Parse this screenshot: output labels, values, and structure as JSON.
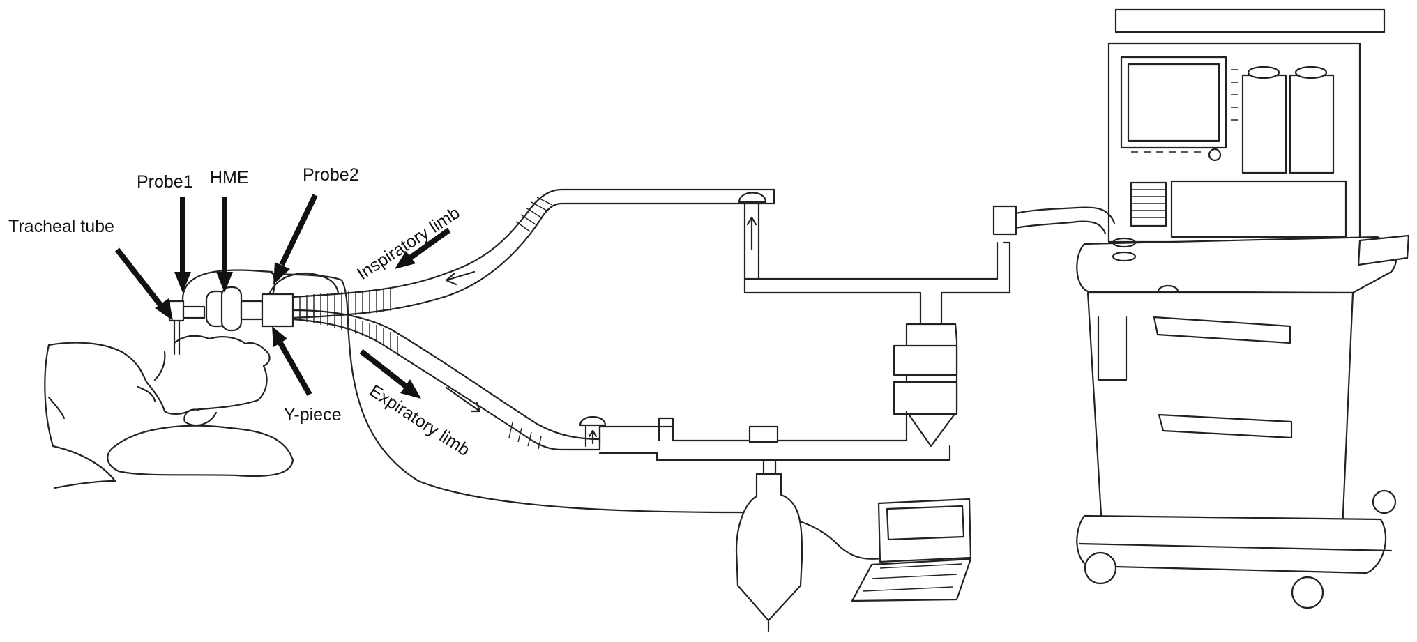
{
  "labels": {
    "tracheal_tube": "Tracheal tube",
    "probe1": "Probe1",
    "hme": "HME",
    "probe2": "Probe2",
    "inspiratory_limb": "Inspiratory limb",
    "y_piece": "Y-piece",
    "expiratory_limb": "Expiratory limb"
  },
  "colors": {
    "line": "#222222",
    "arrow": "#111111",
    "background": "#ffffff"
  }
}
